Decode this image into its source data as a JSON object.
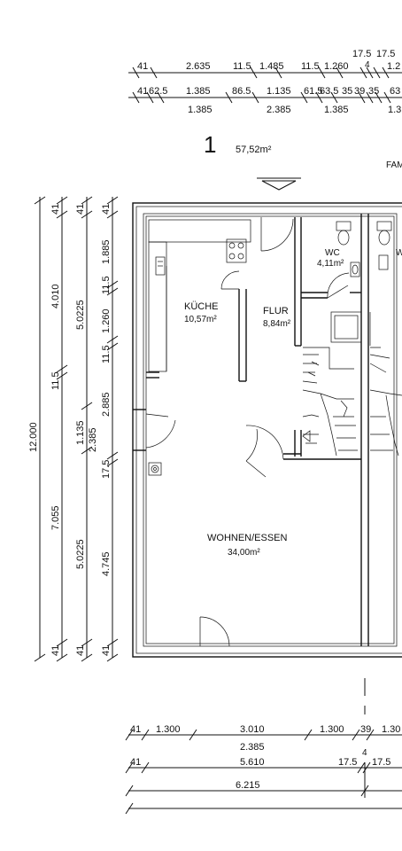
{
  "unit": {
    "number": "1",
    "area": "57,52m²",
    "neighbor_label": "FAM"
  },
  "dims_top": {
    "row1": [
      "41",
      "2.635",
      "11.5",
      "1.485",
      "11.5",
      "1.260",
      "4",
      "17.5",
      "17.5",
      "1.2"
    ],
    "row2": [
      "41",
      "62.5",
      "1.385",
      "86.5",
      "1.135",
      "61.5",
      "63.5",
      "35",
      "39",
      "35",
      "63"
    ],
    "row3": [
      "1.385",
      "2.385",
      "1.385",
      "1.3"
    ]
  },
  "dims_left": {
    "total": "12.000",
    "col2": [
      "41",
      "4.010",
      "11.5",
      "1.135",
      "7.055",
      "41"
    ],
    "col3": [
      "41",
      "5.0225",
      "2.385",
      "5.0225",
      "41"
    ],
    "col4": [
      "41",
      "1.885",
      "11.5",
      "1.260",
      "11.5",
      "2.885",
      "17.5",
      "4.745",
      "41"
    ]
  },
  "rooms": {
    "kitchen": {
      "name": "KÜCHE",
      "area": "10,57m²"
    },
    "hall": {
      "name": "FLUR",
      "area": "8,84m²"
    },
    "wc": {
      "name": "WC",
      "area": "4,11m²"
    },
    "living": {
      "name": "WOHNEN/ESSEN",
      "area": "34,00m²"
    },
    "neighbor_wc": {
      "name": "W"
    }
  },
  "dims_bottom": {
    "row1": [
      "41",
      "1.300",
      "3.010",
      "1.300",
      "39",
      "1.30"
    ],
    "row2": [
      "2.385"
    ],
    "row3": [
      "41",
      "5.610",
      "17.5",
      "4",
      "17.5"
    ],
    "row4": [
      "6.215"
    ]
  }
}
